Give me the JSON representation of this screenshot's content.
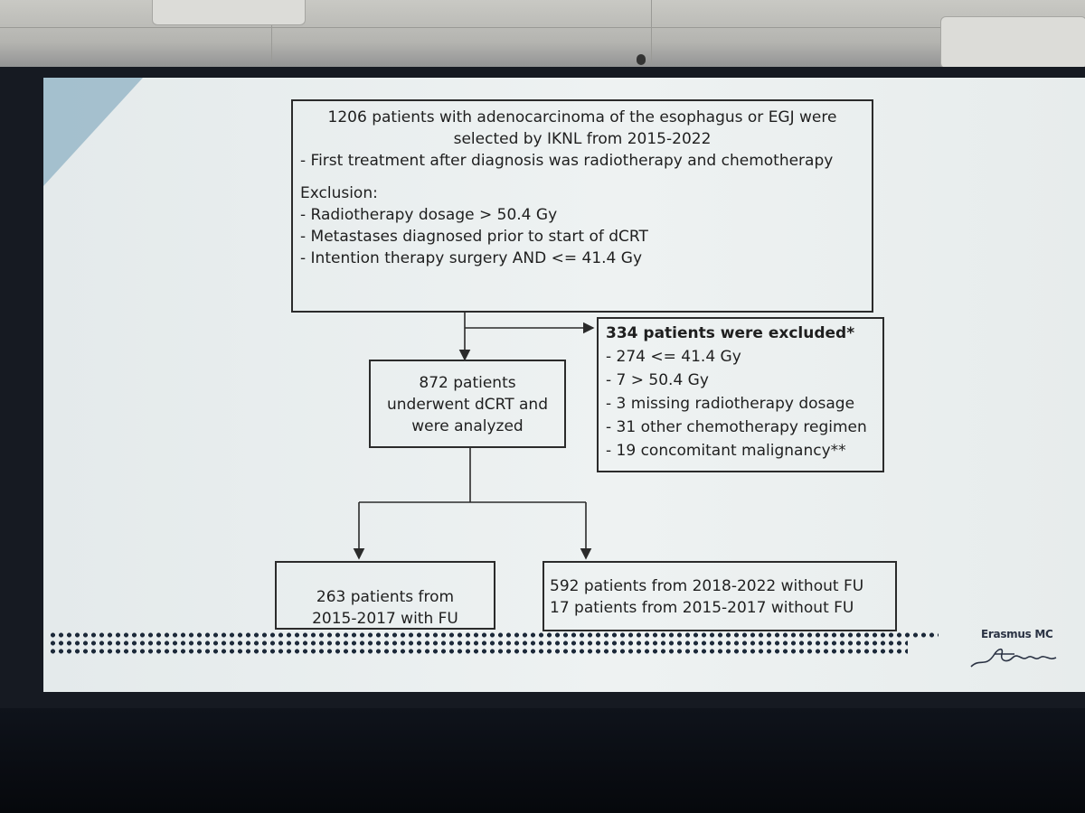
{
  "slide": {
    "top_box": {
      "lines": [
        "1206 patients with adenocarcinoma of the esophagus or EGJ were",
        "selected by IKNL from 2015-2022",
        "- First treatment after diagnosis was radiotherapy and chemotherapy",
        "",
        "Exclusion:",
        "- Radiotherapy dosage > 50.4 Gy",
        "- Metastases diagnosed prior to start of dCRT",
        "- Intention therapy surgery AND <= 41.4 Gy"
      ]
    },
    "excluded_box": {
      "title": "334 patients were excluded*",
      "items": [
        "- 274 <= 41.4 Gy",
        "- 7 > 50.4 Gy",
        "- 3 missing radiotherapy dosage",
        "- 31 other chemotherapy regimen",
        "- 19 concomitant malignancy**"
      ]
    },
    "analyzed_box": {
      "lines": [
        "872 patients",
        "underwent dCRT and",
        "were analyzed"
      ]
    },
    "left_bottom_box": {
      "lines": [
        "263 patients from",
        "2015-2017 with FU"
      ]
    },
    "right_bottom_box": {
      "lines": [
        "592 patients from 2018-2022 without FU",
        "17 patients from 2015-2017 without FU"
      ]
    },
    "logo": {
      "text": "Erasmus MC",
      "signature": "Erasmus"
    }
  },
  "colors": {
    "screen_bg": "#eef2f2",
    "box_border": "#2b2b2b",
    "text": "#1f1f1f",
    "dots": "#1d2a3a",
    "accent": "#8fb2c4"
  }
}
